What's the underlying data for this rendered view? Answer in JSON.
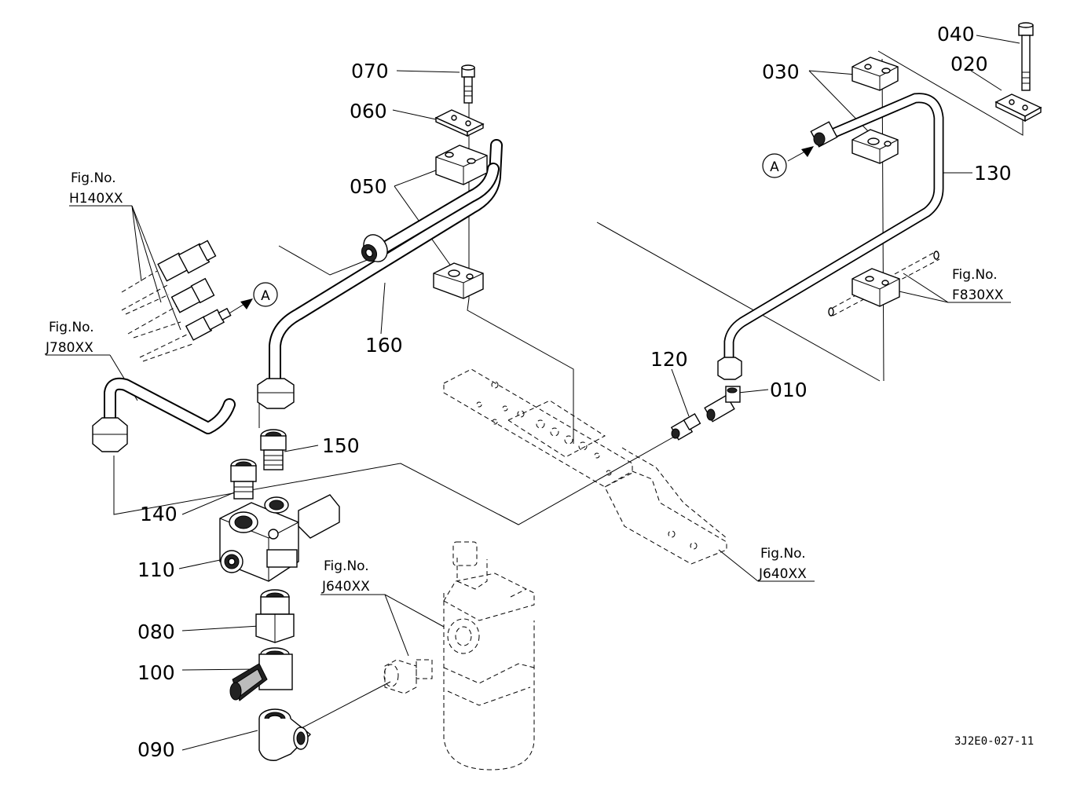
{
  "parts": [
    {
      "num": "010"
    },
    {
      "num": "020"
    },
    {
      "num": "030"
    },
    {
      "num": "040"
    },
    {
      "num": "050"
    },
    {
      "num": "060"
    },
    {
      "num": "070"
    },
    {
      "num": "080"
    },
    {
      "num": "090"
    },
    {
      "num": "100"
    },
    {
      "num": "110"
    },
    {
      "num": "120"
    },
    {
      "num": "130"
    },
    {
      "num": "140"
    },
    {
      "num": "150"
    },
    {
      "num": "160"
    }
  ],
  "references": [
    {
      "fig": "Fig.No.",
      "code": "H140XX"
    },
    {
      "fig": "Fig.No.",
      "code": "J780XX"
    },
    {
      "fig": "Fig.No.",
      "code": "F830XX"
    },
    {
      "fig": "Fig.No.",
      "code": "J640XX"
    },
    {
      "fig": "Fig.No.",
      "code": "J640XX"
    }
  ],
  "connection_markers": [
    "A",
    "A"
  ],
  "drawing_code": "3J2E0-027-11"
}
